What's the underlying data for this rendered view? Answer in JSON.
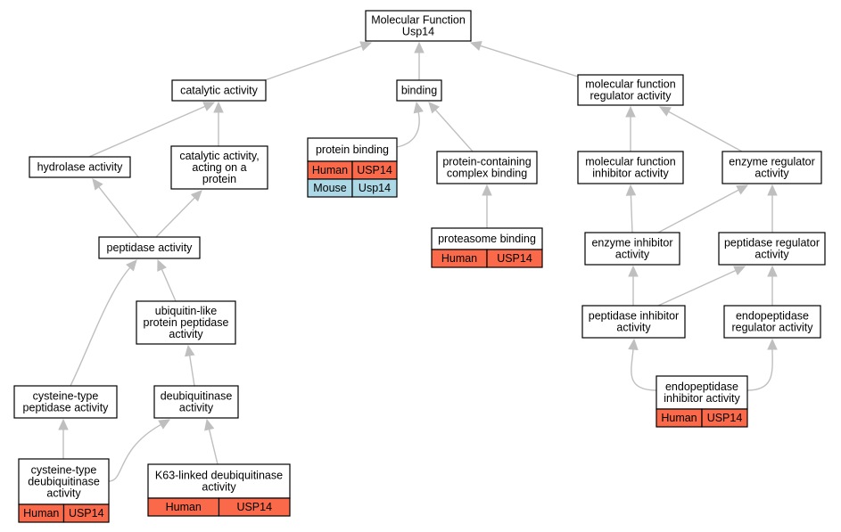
{
  "colors": {
    "human": "#fa6a4a",
    "mouse": "#add8e6",
    "edge": "#bfbfbf"
  },
  "nodes": {
    "root": {
      "lines": [
        "Molecular Function",
        "Usp14"
      ]
    },
    "catalytic": {
      "lines": [
        "catalytic activity"
      ]
    },
    "binding": {
      "lines": [
        "binding"
      ]
    },
    "mfreg": {
      "lines": [
        "molecular function",
        "regulator activity"
      ]
    },
    "hydrolase": {
      "lines": [
        "hydrolase activity"
      ]
    },
    "catprot": {
      "lines": [
        "catalytic activity,",
        "acting on a",
        "protein"
      ]
    },
    "protbind": {
      "lines": [
        "protein binding"
      ],
      "rows": [
        [
          "Human",
          "USP14"
        ],
        [
          "Mouse",
          "Usp14"
        ]
      ]
    },
    "pcbind": {
      "lines": [
        "protein-containing",
        "complex binding"
      ]
    },
    "mfinhib": {
      "lines": [
        "molecular function",
        "inhibitor activity"
      ]
    },
    "enzreg": {
      "lines": [
        "enzyme regulator",
        "activity"
      ]
    },
    "peptidase": {
      "lines": [
        "peptidase activity"
      ]
    },
    "proteasome": {
      "lines": [
        "proteasome binding"
      ],
      "rows": [
        [
          "Human",
          "USP14"
        ]
      ]
    },
    "enzinhib": {
      "lines": [
        "enzyme inhibitor",
        "activity"
      ]
    },
    "pepreg": {
      "lines": [
        "peptidase regulator",
        "activity"
      ]
    },
    "ublpep": {
      "lines": [
        "ubiquitin-like",
        "protein peptidase",
        "activity"
      ]
    },
    "pepinhib": {
      "lines": [
        "peptidase inhibitor",
        "activity"
      ]
    },
    "endopepreg": {
      "lines": [
        "endopeptidase",
        "regulator activity"
      ]
    },
    "cystpep": {
      "lines": [
        "cysteine-type",
        "peptidase activity"
      ]
    },
    "deubiq": {
      "lines": [
        "deubiquitinase",
        "activity"
      ]
    },
    "endoinhib": {
      "lines": [
        "endopeptidase",
        "inhibitor activity"
      ],
      "rows": [
        [
          "Human",
          "USP14"
        ]
      ]
    },
    "cystdeub": {
      "lines": [
        "cysteine-type",
        "deubiquitinase",
        "activity"
      ],
      "rows": [
        [
          "Human",
          "USP14"
        ]
      ]
    },
    "k63": {
      "lines": [
        "K63-linked deubiquitinase",
        "activity"
      ],
      "rows": [
        [
          "Human",
          "USP14"
        ]
      ]
    }
  },
  "edges": [
    [
      "catalytic",
      "root"
    ],
    [
      "binding",
      "root"
    ],
    [
      "mfreg",
      "root"
    ],
    [
      "hydrolase",
      "catalytic"
    ],
    [
      "catprot",
      "catalytic"
    ],
    [
      "protbind",
      "binding"
    ],
    [
      "pcbind",
      "binding"
    ],
    [
      "mfinhib",
      "mfreg"
    ],
    [
      "enzreg",
      "mfreg"
    ],
    [
      "peptidase",
      "hydrolase"
    ],
    [
      "peptidase",
      "catprot"
    ],
    [
      "proteasome",
      "pcbind"
    ],
    [
      "enzinhib",
      "mfinhib"
    ],
    [
      "enzinhib",
      "enzreg"
    ],
    [
      "pepreg",
      "enzreg"
    ],
    [
      "ublpep",
      "peptidase"
    ],
    [
      "cystpep",
      "peptidase"
    ],
    [
      "pepinhib",
      "enzinhib"
    ],
    [
      "pepinhib",
      "pepreg"
    ],
    [
      "endopepreg",
      "pepreg"
    ],
    [
      "deubiq",
      "ublpep"
    ],
    [
      "endoinhib",
      "pepinhib"
    ],
    [
      "endoinhib",
      "endopepreg"
    ],
    [
      "cystdeub",
      "cystpep"
    ],
    [
      "cystdeub",
      "deubiq"
    ],
    [
      "k63",
      "deubiq"
    ]
  ]
}
